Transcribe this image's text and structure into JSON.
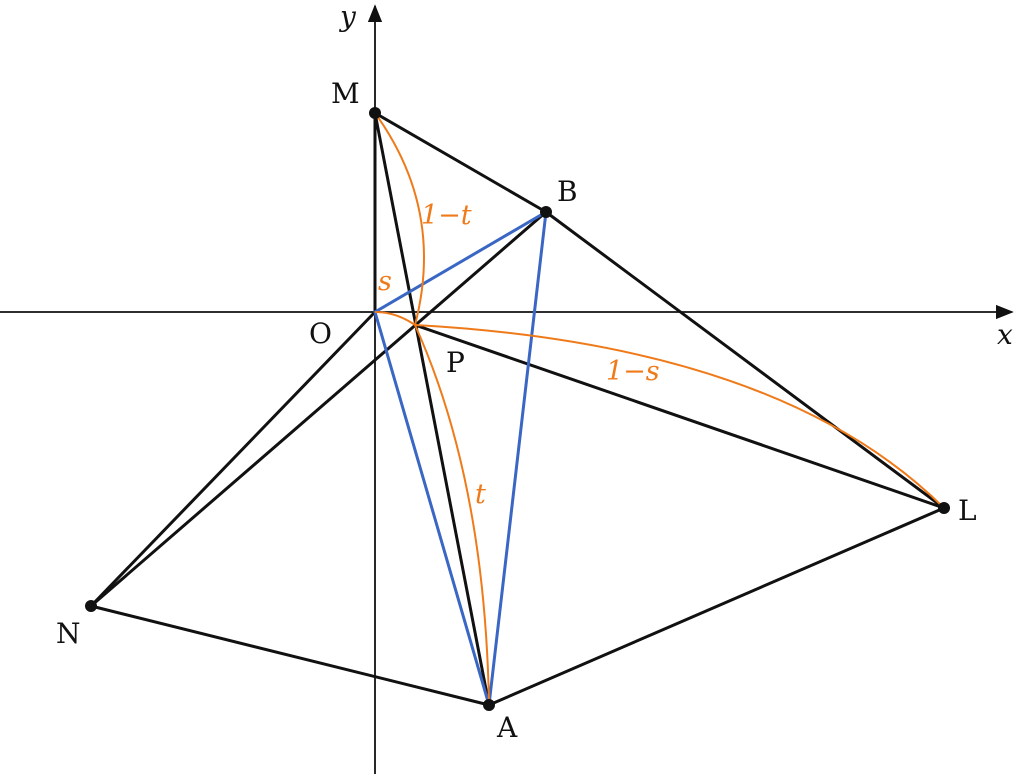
{
  "colors": {
    "edge": "#111111",
    "segment": "#3a66c4",
    "annotation": "#ef7a1a",
    "background": "#ffffff"
  },
  "axes": {
    "x_label": "x",
    "y_label": "y"
  },
  "points": {
    "M": "M",
    "B": "B",
    "O": "O",
    "P": "P",
    "L": "L",
    "N": "N",
    "A": "A"
  },
  "annotations": {
    "one_minus_t": "1−t",
    "s": "s",
    "one_minus_s": "1−s",
    "t": "t"
  }
}
